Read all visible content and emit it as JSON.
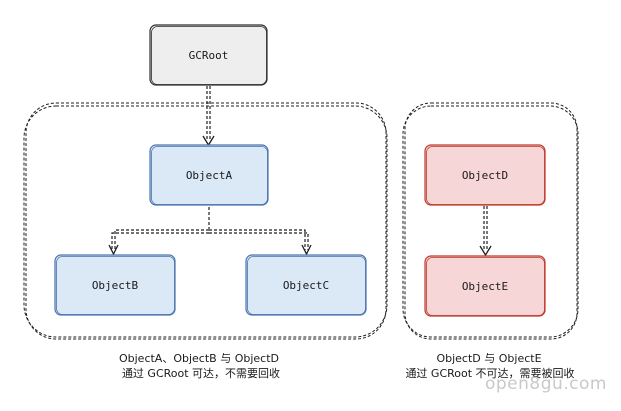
{
  "colors": {
    "root_fill": "#eeeeee",
    "root_stroke": "#2f2f2f",
    "blue_fill": "#dbe8f5",
    "blue_stroke": "#4a73b0",
    "red_fill": "#f6d6d6",
    "red_stroke": "#c0392b",
    "edge": "#1e1e1e",
    "watermark": "#c9c9c9"
  },
  "nodes": {
    "gcroot": "GCRoot",
    "object_a": "ObjectA",
    "object_b": "ObjectB",
    "object_c": "ObjectC",
    "object_d": "ObjectD",
    "object_e": "ObjectE"
  },
  "captions": {
    "reachable_line1": "ObjectA、ObjectB 与 ObjectD",
    "reachable_line2": "通过 GCRoot 可达，不需要回收",
    "unreachable_line1": "ObjectD 与 ObjectE",
    "unreachable_line2": "通过 GCRoot 不可达，需要被回收"
  },
  "watermark": "open8gu.com"
}
